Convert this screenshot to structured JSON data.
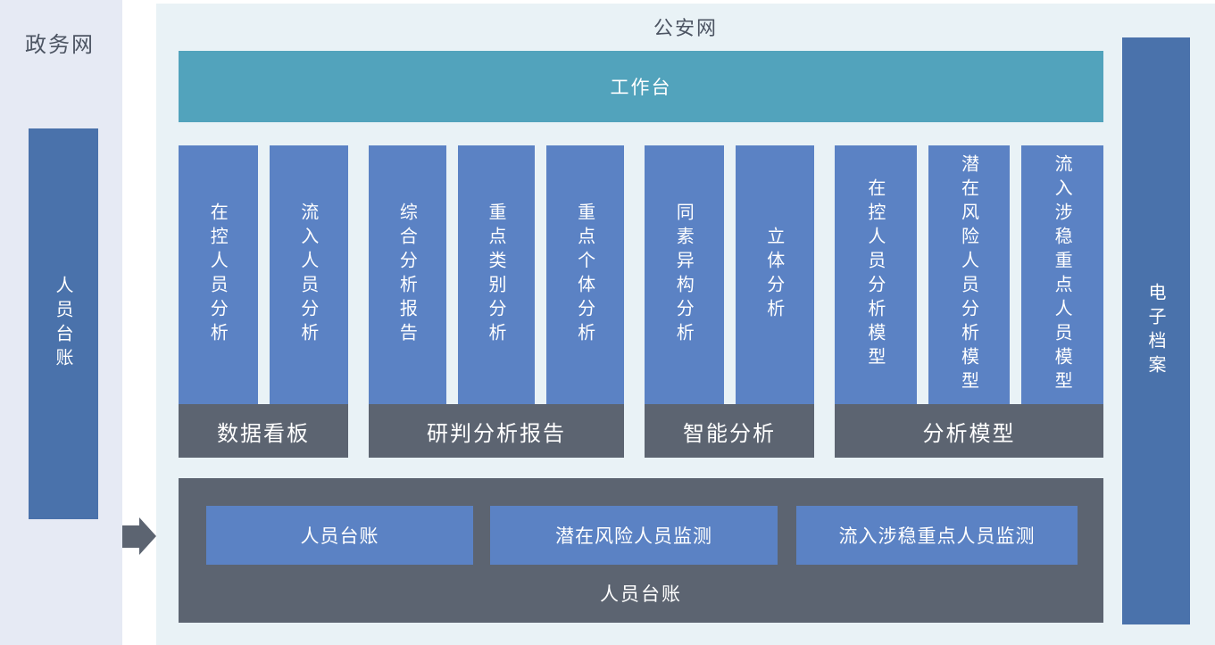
{
  "colors": {
    "left_panel_bg": "#e6eaf4",
    "right_panel_bg": "#e9f2f6",
    "side_bar_blue": "#4a72ab",
    "column_blue": "#5b82c4",
    "workbench_teal": "#52a3bc",
    "dark_slate": "#5c6471",
    "zone_title_text": "#4d5563",
    "bar_text": "#ffffff"
  },
  "left_zone": {
    "title": "政务网",
    "bar_label": "人员台账"
  },
  "right_zone": {
    "title": "公安网",
    "workbench_label": "工作台",
    "groups": [
      {
        "name": "数据看板",
        "columns": [
          "在控人员分析",
          "流入人员分析"
        ]
      },
      {
        "name": "研判分析报告",
        "columns": [
          "综合分析报告",
          "重点类别分析",
          "重点个体分析"
        ]
      },
      {
        "name": "智能分析",
        "columns": [
          "同素异构分析",
          "立体分析"
        ]
      },
      {
        "name": "分析模型",
        "columns": [
          "在控人员分析模型",
          "潜在风险人员分析模型",
          "流入涉稳重点人员模型"
        ]
      }
    ],
    "bottom_box": {
      "buttons": [
        "人员台账",
        "潜在风险人员监测",
        "流入涉稳重点人员监测"
      ],
      "label": "人员台账"
    },
    "archive_bar_label": "电子档案"
  },
  "icons": {
    "flow_arrow": "right-arrow"
  }
}
